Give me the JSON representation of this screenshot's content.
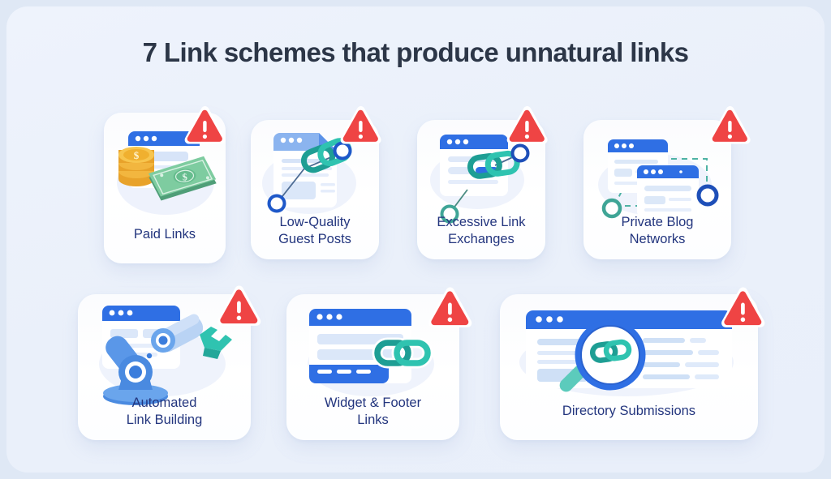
{
  "page": {
    "title": "7 Link schemes that produce unnatural links",
    "background_color": "#eef3fc",
    "card_color": "#ffffff",
    "title_color": "#2c3647",
    "label_color": "#23357e",
    "accent_blue": "#2f6fe4",
    "accent_teal": "#2cb3a6",
    "warning_red": "#ef4444",
    "coin_gold": "#f5b53c",
    "money_green": "#6cbf95"
  },
  "cards": [
    {
      "id": "paid-links",
      "label": "Paid Links",
      "label_lines": [
        "Paid Links"
      ],
      "icon": "money-coins-browser-icon",
      "badge": "warning-triangle-icon"
    },
    {
      "id": "low-quality-guest-posts",
      "label": "Low-Quality Guest Posts",
      "label_lines": [
        "Low-Quality",
        "Guest Posts"
      ],
      "icon": "document-chain-nodes-icon",
      "badge": "warning-triangle-icon"
    },
    {
      "id": "excessive-link-exchanges",
      "label": "Excessive Link Exchanges",
      "label_lines": [
        "Excessive Link",
        "Exchanges"
      ],
      "icon": "browser-chain-nodes-icon",
      "badge": "warning-triangle-icon"
    },
    {
      "id": "private-blog-networks",
      "label": "Private Blog Networks",
      "label_lines": [
        "Private Blog",
        "Networks"
      ],
      "icon": "two-browsers-network-icon",
      "badge": "warning-triangle-icon"
    },
    {
      "id": "automated-link-building",
      "label": "Automated Link Building",
      "label_lines": [
        "Automated",
        "Link Building"
      ],
      "icon": "robot-arm-browser-icon",
      "badge": "warning-triangle-icon"
    },
    {
      "id": "widget-footer-links",
      "label": "Widget & Footer Links",
      "label_lines": [
        "Widget & Footer",
        "Links"
      ],
      "icon": "browser-footer-chain-icon",
      "badge": "warning-triangle-icon"
    },
    {
      "id": "directory-submissions",
      "label": "Directory Submissions",
      "label_lines": [
        "Directory Submissions"
      ],
      "icon": "directory-magnifier-chain-icon",
      "badge": "warning-triangle-icon"
    }
  ]
}
